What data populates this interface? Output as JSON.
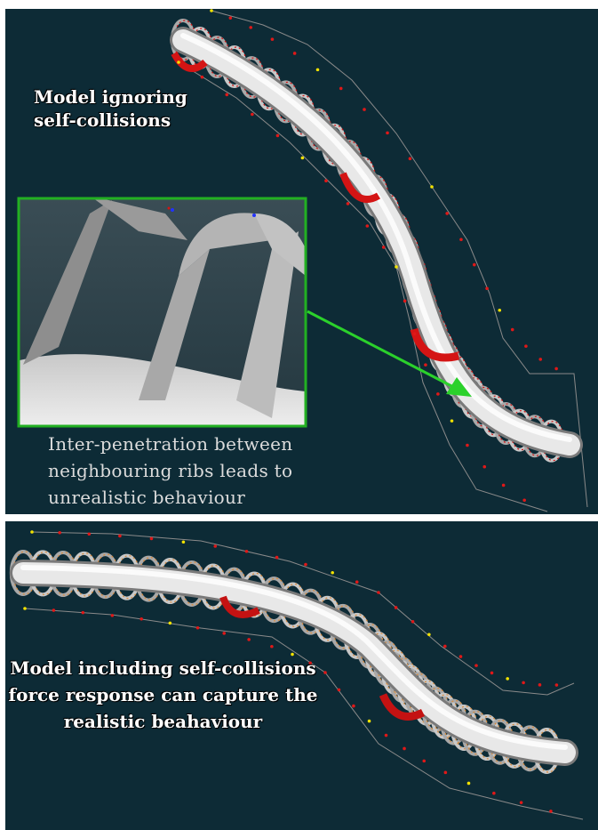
{
  "top_panel": {
    "label_line1": "Model ignoring",
    "label_line2": "self-collisions",
    "caption_line1": "Inter-penetration between",
    "caption_line2": "neighbouring ribs leads to",
    "caption_line3": "unrealistic behaviour"
  },
  "bottom_panel": {
    "label_line1": "Model including self-collisions",
    "label_line2": "force  response can capture the",
    "label_line3": "realistic beahaviour"
  },
  "colors": {
    "background": "#0d2b36",
    "inset_border": "#22b022",
    "arrow": "#2bd12b",
    "rib_red": "#d41414",
    "rib_orange": "#d98a3a",
    "tube": "#e6e6e6",
    "control_line": "#8a8a8a"
  }
}
